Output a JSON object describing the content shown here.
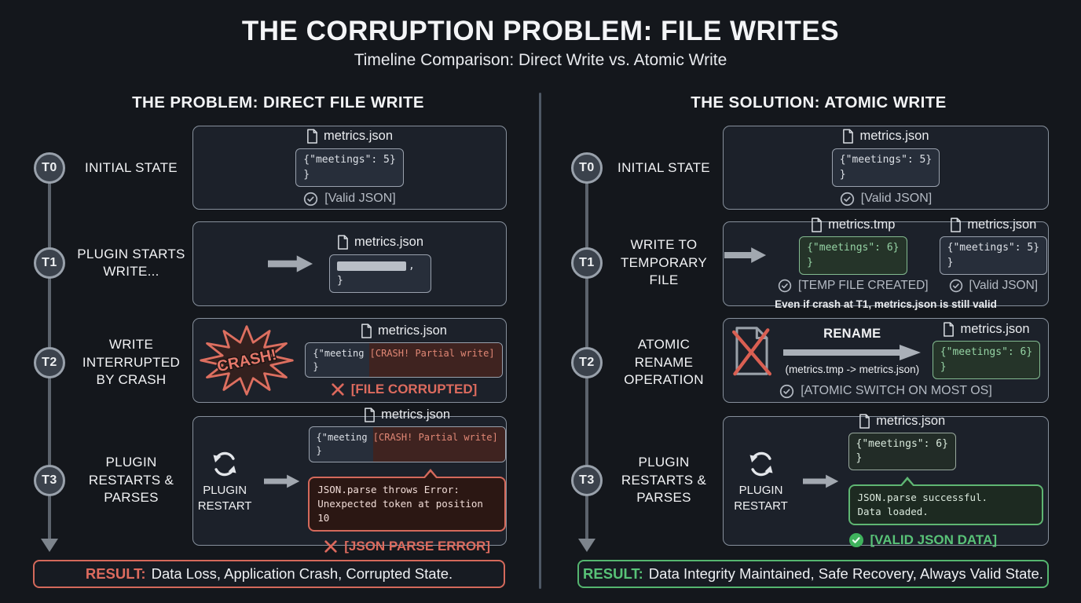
{
  "header": {
    "title": "THE CORRUPTION PROBLEM: FILE WRITES",
    "subtitle": "Timeline Comparison: Direct Write vs. Atomic Write"
  },
  "colors": {
    "background": "#14171c",
    "accent_red": "#dd6b5e",
    "accent_green": "#58c277",
    "card_border": "#87909c",
    "code_green_text": "#95d3a4",
    "timeline_gray": "#99a1ab"
  },
  "left": {
    "heading": "THE PROBLEM: DIRECT FILE WRITE",
    "steps": [
      {
        "marker": "T0",
        "label": "INITIAL STATE"
      },
      {
        "marker": "T1",
        "label": "PLUGIN STARTS WRITE..."
      },
      {
        "marker": "T2",
        "label": "WRITE INTERRUPTED BY CRASH"
      },
      {
        "marker": "T3",
        "label": "PLUGIN RESTARTS & PARSES"
      }
    ],
    "t0": {
      "file": "metrics.json",
      "code": [
        "{\"meetings\": 5}",
        "}"
      ],
      "status": "[Valid JSON]"
    },
    "t1": {
      "file": "metrics.json",
      "partial_tail": ",",
      "code_line2": "}"
    },
    "t2": {
      "crash_label": "CRASH!",
      "file": "metrics.json",
      "code_pre": "{\"meeting ",
      "code_crash": "[CRASH! Partial write]",
      "code_line2": "}",
      "status": "[FILE CORRUPTED]"
    },
    "t3": {
      "restart_label": "PLUGIN RESTART",
      "file": "metrics.json",
      "code_pre": "{\"meeting ",
      "code_crash": "[CRASH! Partial write]",
      "code_line2": "}",
      "error_lines": [
        "JSON.parse throws Error:",
        "Unexpected token at position 10"
      ],
      "status": "[JSON PARSE ERROR]"
    },
    "result": {
      "label": "RESULT:",
      "text": "Data Loss, Application Crash, Corrupted State."
    }
  },
  "right": {
    "heading": "THE SOLUTION: ATOMIC WRITE",
    "steps": [
      {
        "marker": "T0",
        "label": "INITIAL STATE"
      },
      {
        "marker": "T1",
        "label": "WRITE TO TEMPORARY FILE"
      },
      {
        "marker": "T2",
        "label": "ATOMIC RENAME OPERATION"
      },
      {
        "marker": "T3",
        "label": "PLUGIN RESTARTS & PARSES"
      }
    ],
    "t0": {
      "file": "metrics.json",
      "code": [
        "{\"meetings\": 5}",
        "}"
      ],
      "status": "[Valid JSON]"
    },
    "t1": {
      "tmp_file": "metrics.tmp",
      "tmp_code": [
        "{\"meetings\": 6}",
        "}"
      ],
      "tmp_status": "[TEMP FILE CREATED]",
      "json_file": "metrics.json",
      "json_code": [
        "{\"meetings\": 5}",
        "}"
      ],
      "json_status": "[Valid JSON]",
      "note": "Even if crash at T1, metrics.json is still valid"
    },
    "t2": {
      "rename_label": "RENAME",
      "rename_caption": "(metrics.tmp -> metrics.json)",
      "file": "metrics.json",
      "code": [
        "{\"meetings\": 6}",
        "}"
      ],
      "status": "[ATOMIC SWITCH ON MOST OS]"
    },
    "t3": {
      "restart_label": "PLUGIN RESTART",
      "file": "metrics.json",
      "code": [
        "{\"meetings\": 6}",
        "}"
      ],
      "success_lines": [
        "JSON.parse successful.",
        "Data loaded."
      ],
      "status": "[VALID JSON DATA]"
    },
    "result": {
      "label": "RESULT:",
      "text": "Data Integrity Maintained, Safe Recovery, Always Valid State."
    }
  },
  "icons": {
    "file": "document-icon",
    "valid": "check-circle-icon",
    "invalid": "x-icon",
    "valid_strong": "check-filled-icon",
    "flow": "arrow-right-icon",
    "restart": "restart-icon",
    "crash": "crash-burst-icon",
    "old_file_removed": "crossed-file-icon"
  }
}
